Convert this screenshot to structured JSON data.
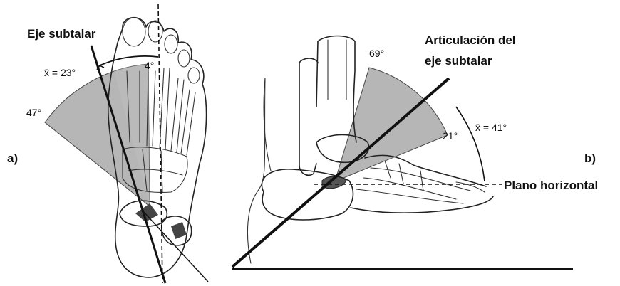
{
  "panel_a": {
    "label": "a)",
    "axis_label": "Eje subtalar",
    "mean_angle": "x̄ = 23°",
    "min_angle": "4°",
    "max_angle": "47°"
  },
  "panel_b": {
    "label": "b)",
    "axis_label_line1": "Articulación del",
    "axis_label_line2": "eje subtalar",
    "max_angle": "69°",
    "min_angle": "21°",
    "mean_angle": "x̄ = 41°",
    "horizontal_label": "Plano horizontal"
  },
  "colors": {
    "sector_fill": "#9a9a9a",
    "line": "#111111",
    "background": "#ffffff"
  }
}
